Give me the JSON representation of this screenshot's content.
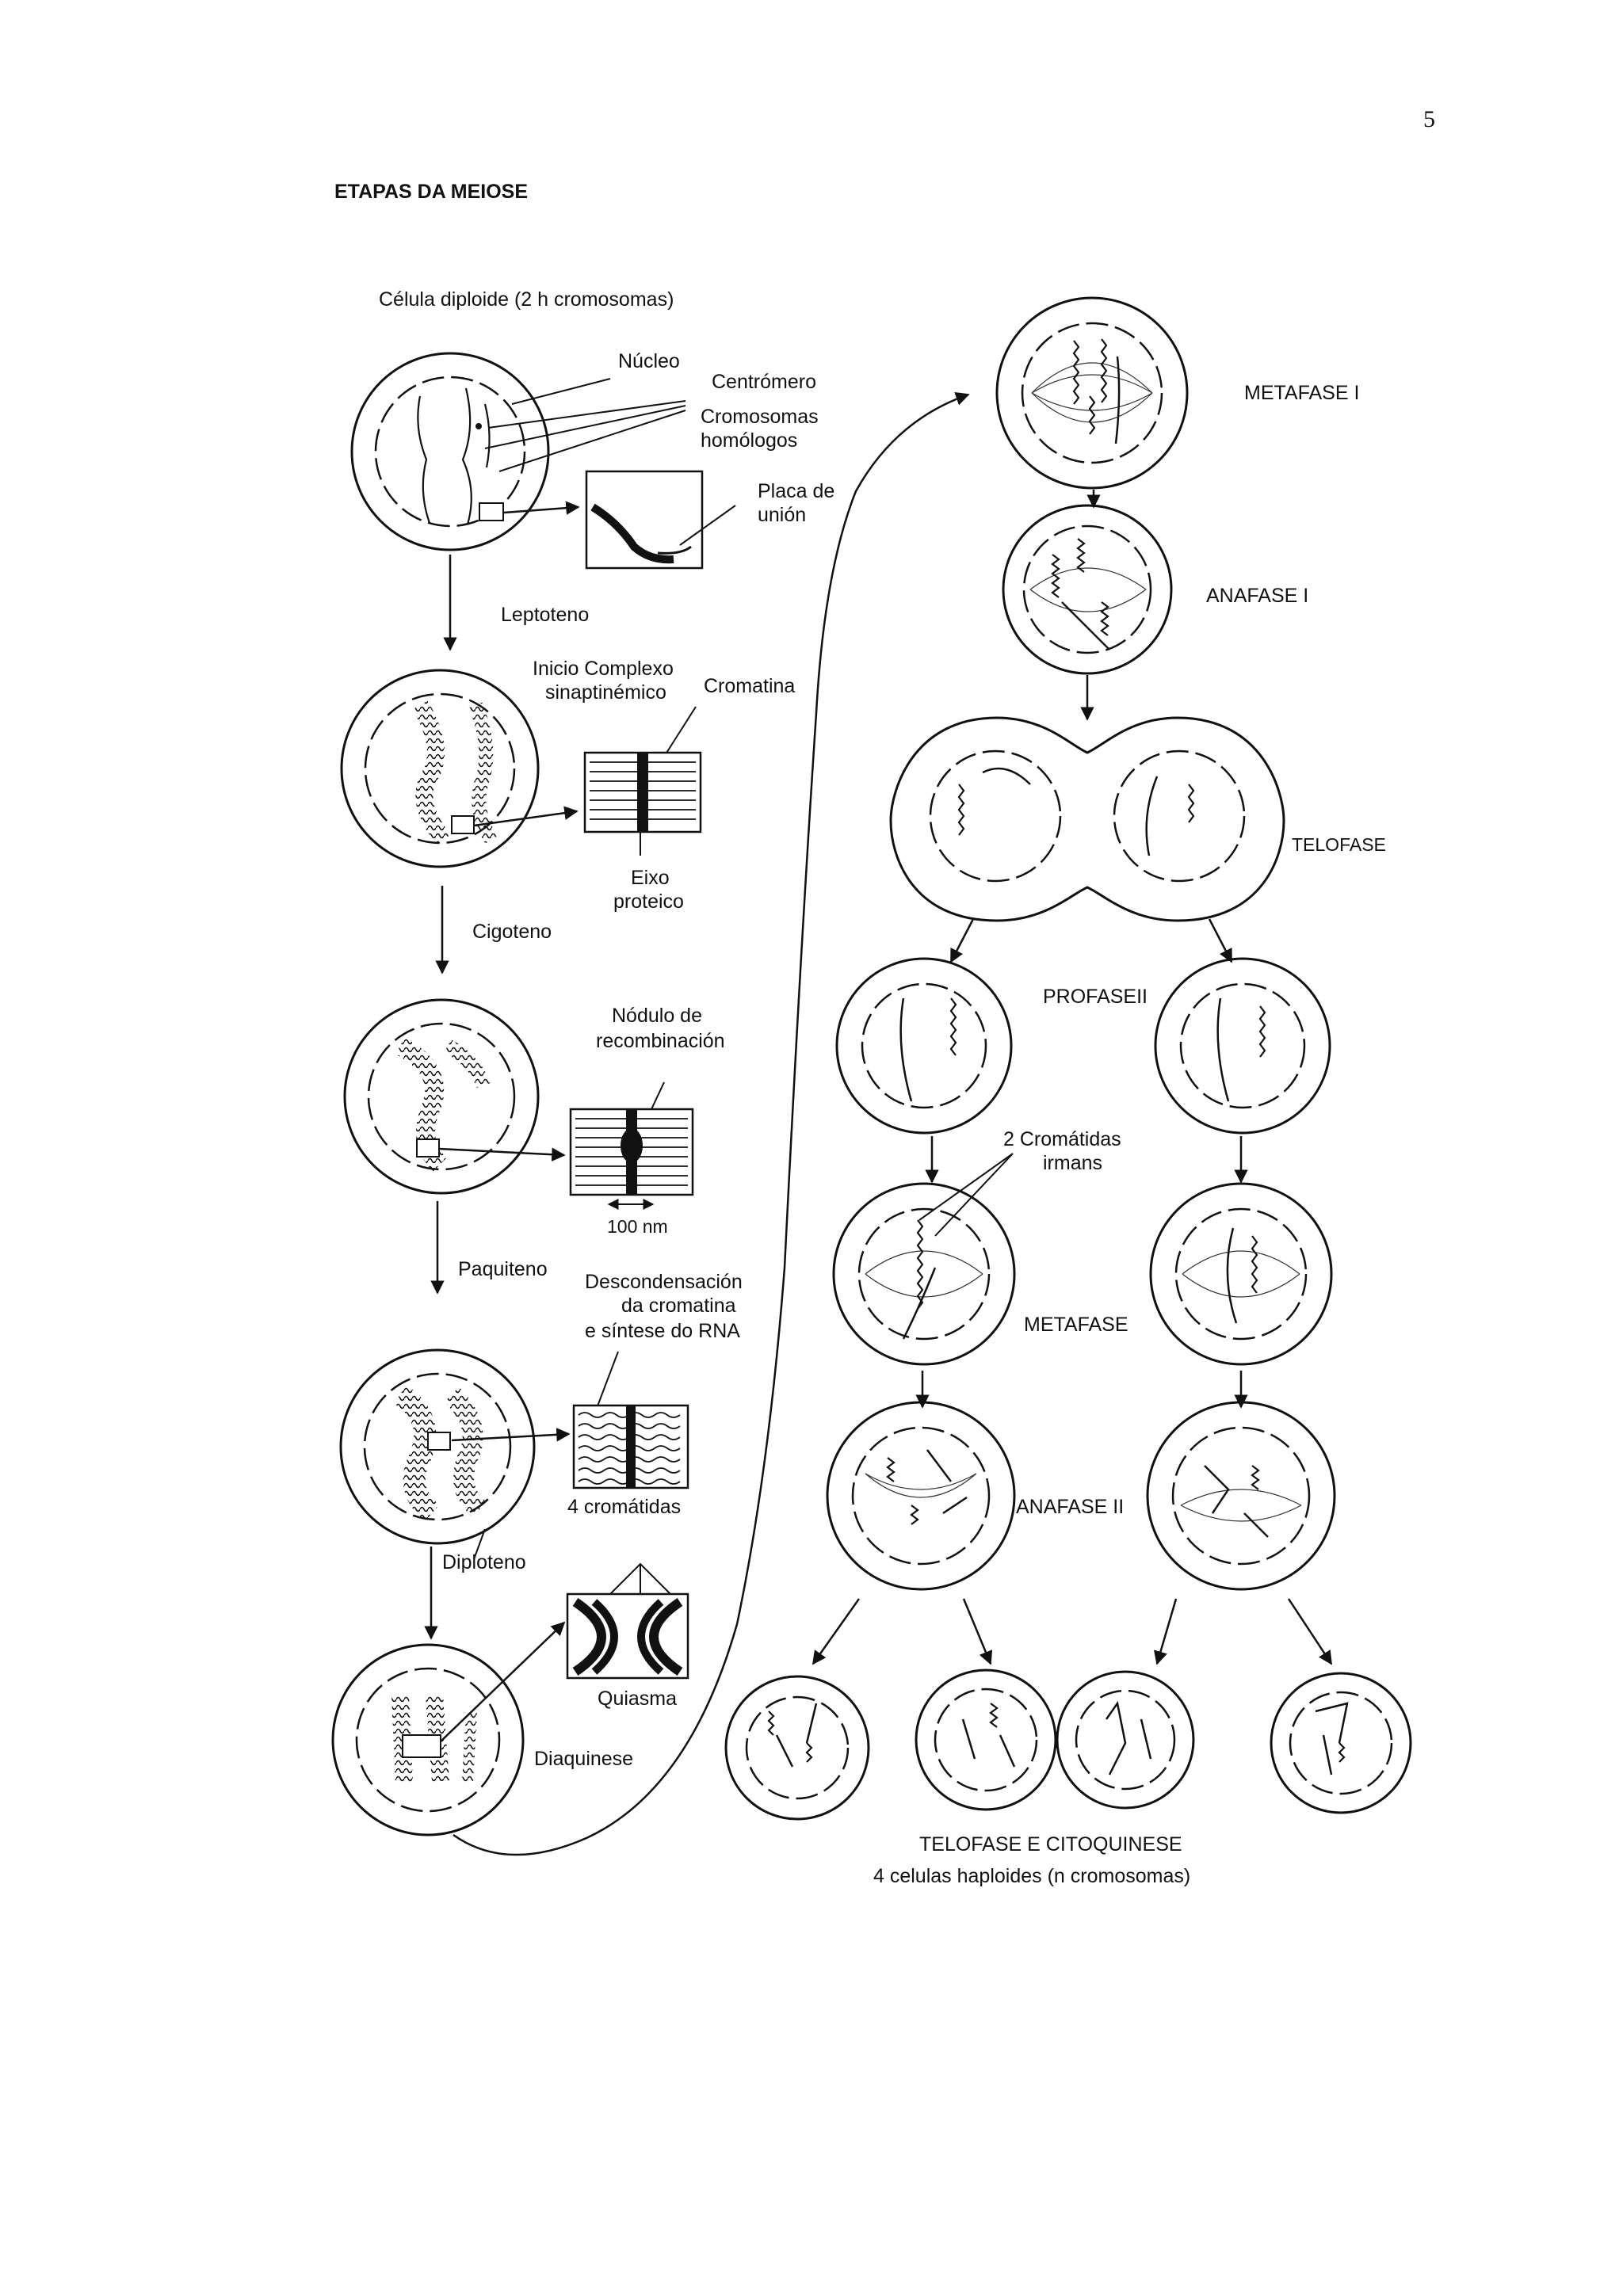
{
  "page": {
    "number": "5",
    "heading": "ETAPAS DA MEIOSE"
  },
  "left_column": {
    "start_label": "Célula diploide (2 h cromosomas)",
    "labels": {
      "nucleus": "Núcleo",
      "centromere": "Centrómero",
      "homologous_line1": "Cromosomas",
      "homologous_line2": "homólogos",
      "plate_line1": "Placa de",
      "plate_line2": "unión",
      "synaptonemal_line1": "Inicio Complexo",
      "synaptonemal_line2": "sinaptinémico",
      "chromatin": "Cromatina",
      "protein_axis_line1": "Eixo",
      "protein_axis_line2": "proteico",
      "recombination_line1": "Nódulo de",
      "recombination_line2": "recombinación",
      "scale": "100 nm",
      "decondensation_line1": "Descondensación",
      "decondensation_line2": "da cromatina",
      "decondensation_line3": "e síntese do RNA",
      "four_chromatids": "4 cromátidas",
      "chiasma": "Quiasma"
    },
    "stages": [
      "Leptoteno",
      "Cigoteno",
      "Paquiteno",
      "Diploteno",
      "Diaquinese"
    ]
  },
  "right_column": {
    "stages": {
      "metaphase_1": "METAFASE I",
      "anaphase_1": "ANAFASE I",
      "telophase": "TELOFASE",
      "prophase_2": "PROFASEII",
      "metaphase_2": "METAFASE",
      "anaphase_2": "ANAFASE II"
    },
    "sister_chromatids_line1": "2 Cromátidas",
    "sister_chromatids_line2": "irmans",
    "final_label_line1": "TELOFASE E CITOQUINESE",
    "final_label_line2": "4 celulas haploides (n cromosomas)"
  }
}
